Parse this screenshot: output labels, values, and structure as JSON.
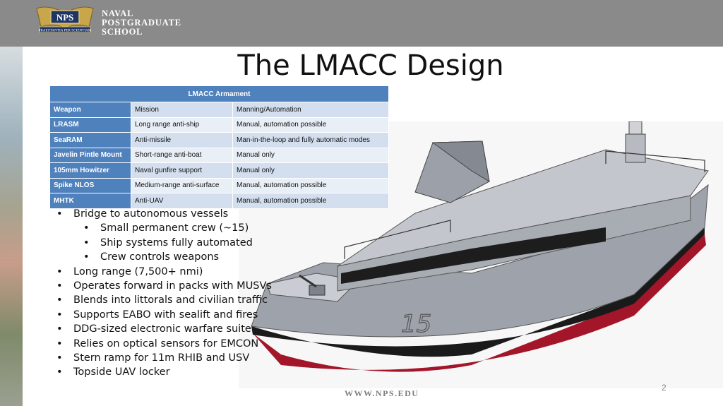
{
  "header": {
    "logo_text": "NPS",
    "logo_motto": "PRAESTANTIA PER SCIENTIAM",
    "school_lines": [
      "NAVAL",
      "POSTGRADUATE",
      "SCHOOL"
    ]
  },
  "slide": {
    "title": "The LMACC Design",
    "page_number": "2",
    "footer": "WWW.NPS.EDU"
  },
  "table": {
    "caption": "LMACC Armament",
    "columns": [
      "Weapon",
      "Mission",
      "Manning/Automation"
    ],
    "rows": [
      [
        "LRASM",
        "Long range anti-ship",
        "Manual, automation possible"
      ],
      [
        "SeaRAM",
        "Anti-missile",
        "Man-in-the-loop and fully automatic modes"
      ],
      [
        "Javelin Pintle Mount",
        "Short-range anti-boat",
        "Manual only"
      ],
      [
        "105mm Howitzer",
        "Naval gunfire support",
        "Manual only"
      ],
      [
        "Spike NLOS",
        "Medium-range anti-surface",
        "Manual, automation possible"
      ],
      [
        "MHTK",
        "Anti-UAV",
        "Manual, automation possible"
      ]
    ]
  },
  "bullets": [
    {
      "text": "Bridge to autonomous vessels",
      "level": 1
    },
    {
      "text": "Small permanent crew (~15)",
      "level": 2
    },
    {
      "text": "Ship systems fully automated",
      "level": 2
    },
    {
      "text": "Crew controls weapons",
      "level": 2
    },
    {
      "text": "Long range (7,500+ nmi)",
      "level": 1
    },
    {
      "text": "Operates forward in packs with MUSVs",
      "level": 1
    },
    {
      "text": "Blends into littorals and civilian traffic",
      "level": 1
    },
    {
      "text": "Supports EABO with sealift and fires",
      "level": 1
    },
    {
      "text": "DDG-sized electronic warfare suite",
      "level": 1
    },
    {
      "text": "Relies on optical sensors for EMCON",
      "level": 1
    },
    {
      "text": "Stern ramp for 11m RHIB and USV",
      "level": 1
    },
    {
      "text": "Topside UAV locker",
      "level": 1
    }
  ],
  "ship": {
    "hull_number": "15"
  },
  "colors": {
    "header_bg": "#8a8a8a",
    "table_header": "#4f81bd",
    "hull_red": "#a3162a"
  }
}
